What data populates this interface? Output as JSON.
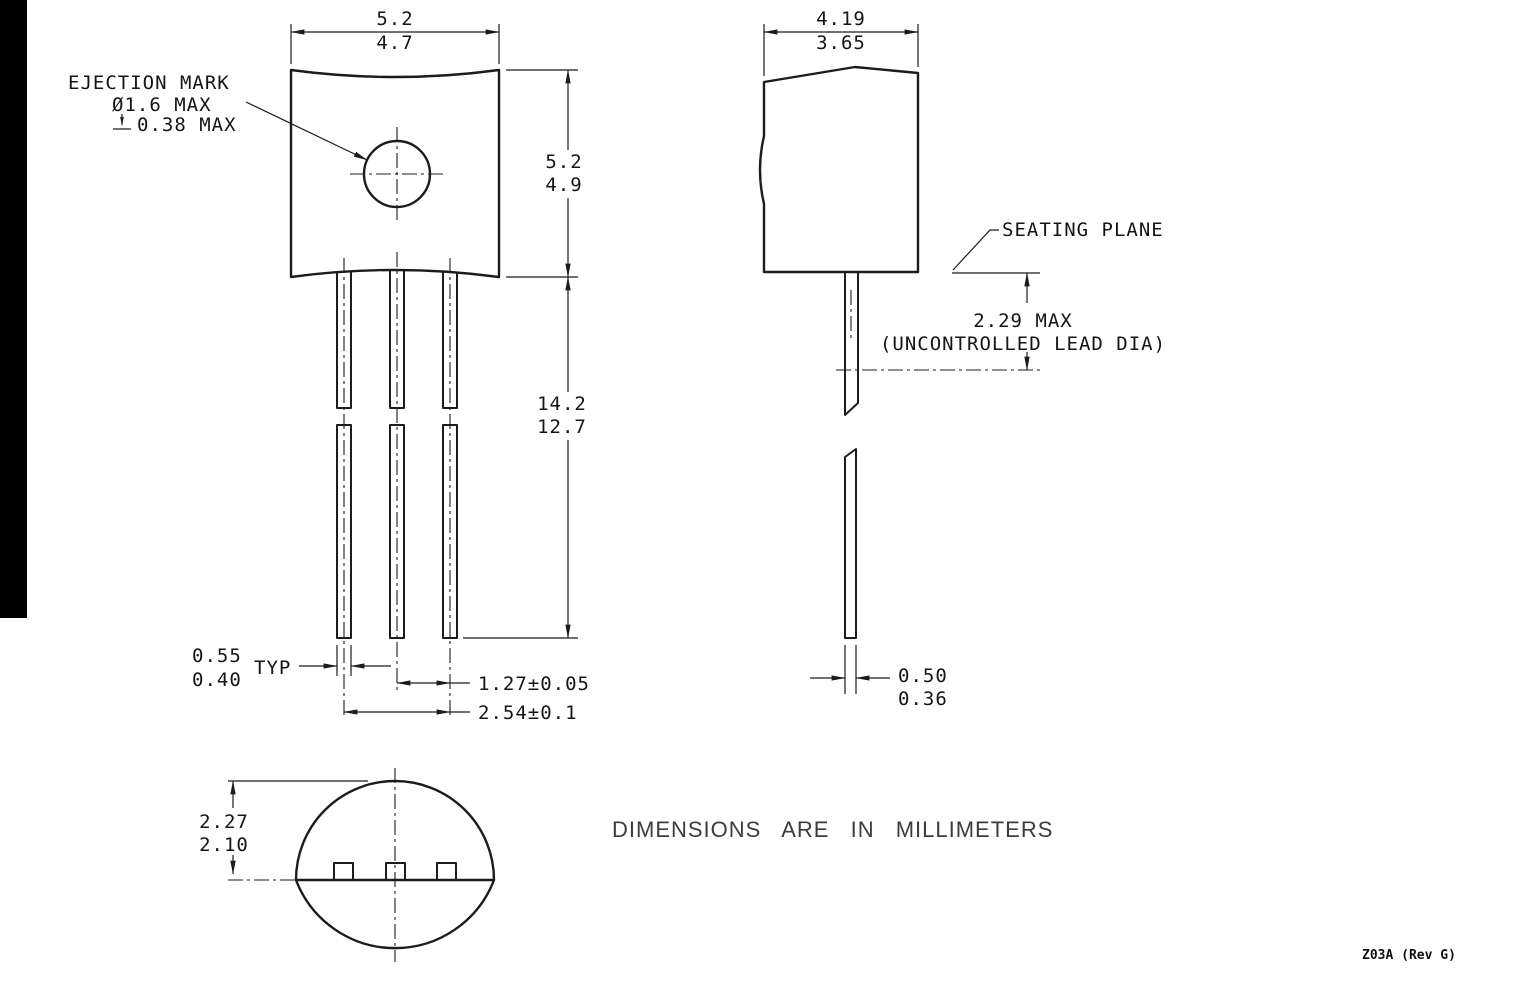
{
  "front_view": {
    "ejection_label": "EJECTION MARK",
    "ejection_dia": "Ø1.6 MAX",
    "ejection_depth": "0.38 MAX",
    "width_max": "5.2",
    "width_min": "4.7",
    "body_height_max": "5.2",
    "body_height_min": "4.9",
    "lead_length_max": "14.2",
    "lead_length_min": "12.7",
    "lead_width_max": "0.55",
    "lead_width_min": "0.40",
    "lead_width_qual": "TYP",
    "lead_pitch": "1.27±0.05",
    "lead_span": "2.54±0.1"
  },
  "side_view": {
    "depth_max": "4.19",
    "depth_min": "3.65",
    "seating_plane": "SEATING PLANE",
    "lead_dia_line1": "2.29 MAX",
    "lead_dia_line2": "(UNCONTROLLED LEAD DIA)",
    "lead_thick_max": "0.50",
    "lead_thick_min": "0.36"
  },
  "bottom_view": {
    "offset_max": "2.27",
    "offset_min": "2.10"
  },
  "footer": {
    "units_note": "DIMENSIONS ARE IN MILLIMETERS",
    "doc_ref": "Z03A (Rev G)"
  }
}
